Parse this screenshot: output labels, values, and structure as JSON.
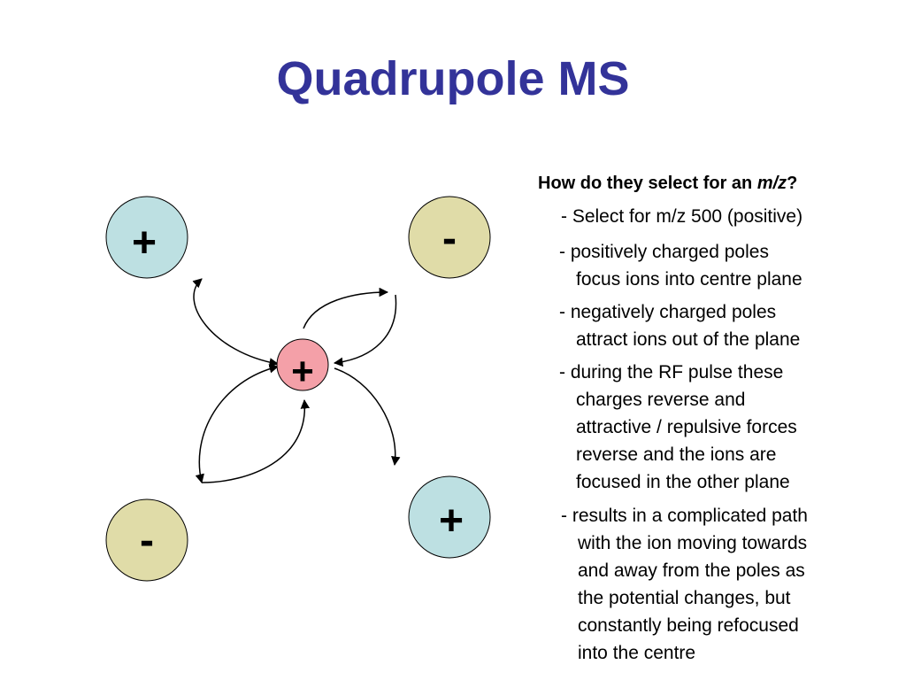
{
  "slide": {
    "title": "Quadrupole MS",
    "heading": {
      "prefix": "How do they select for an ",
      "emphasis": "m/z",
      "suffix": "?"
    },
    "points": [
      {
        "lines": [
          "- Select for m/z 500 (positive)"
        ]
      },
      {
        "lines": [
          "- positively charged poles",
          "focus ions into centre plane"
        ]
      },
      {
        "lines": [
          "- negatively charged poles",
          "attract ions out of the plane"
        ]
      },
      {
        "lines": [
          "- during the RF pulse these",
          "charges reverse and",
          "attractive / repulsive forces",
          "reverse and the ions are",
          "focused in the other plane"
        ]
      },
      {
        "lines": [
          "- results in a complicated path",
          "with the ion moving towards",
          "and away from the poles as",
          "the potential changes, but",
          "constantly being refocused",
          "into the centre"
        ]
      }
    ]
  },
  "diagram": {
    "poles": [
      {
        "id": "top-left",
        "charge": "+",
        "color": "#bde0e2"
      },
      {
        "id": "top-right",
        "charge": "-",
        "color": "#e0dca8"
      },
      {
        "id": "bottom-left",
        "charge": "-",
        "color": "#e0dca8"
      },
      {
        "id": "bottom-right",
        "charge": "+",
        "color": "#bde0e2"
      }
    ],
    "ion": {
      "charge": "+",
      "color": "#f4a0a8"
    }
  }
}
